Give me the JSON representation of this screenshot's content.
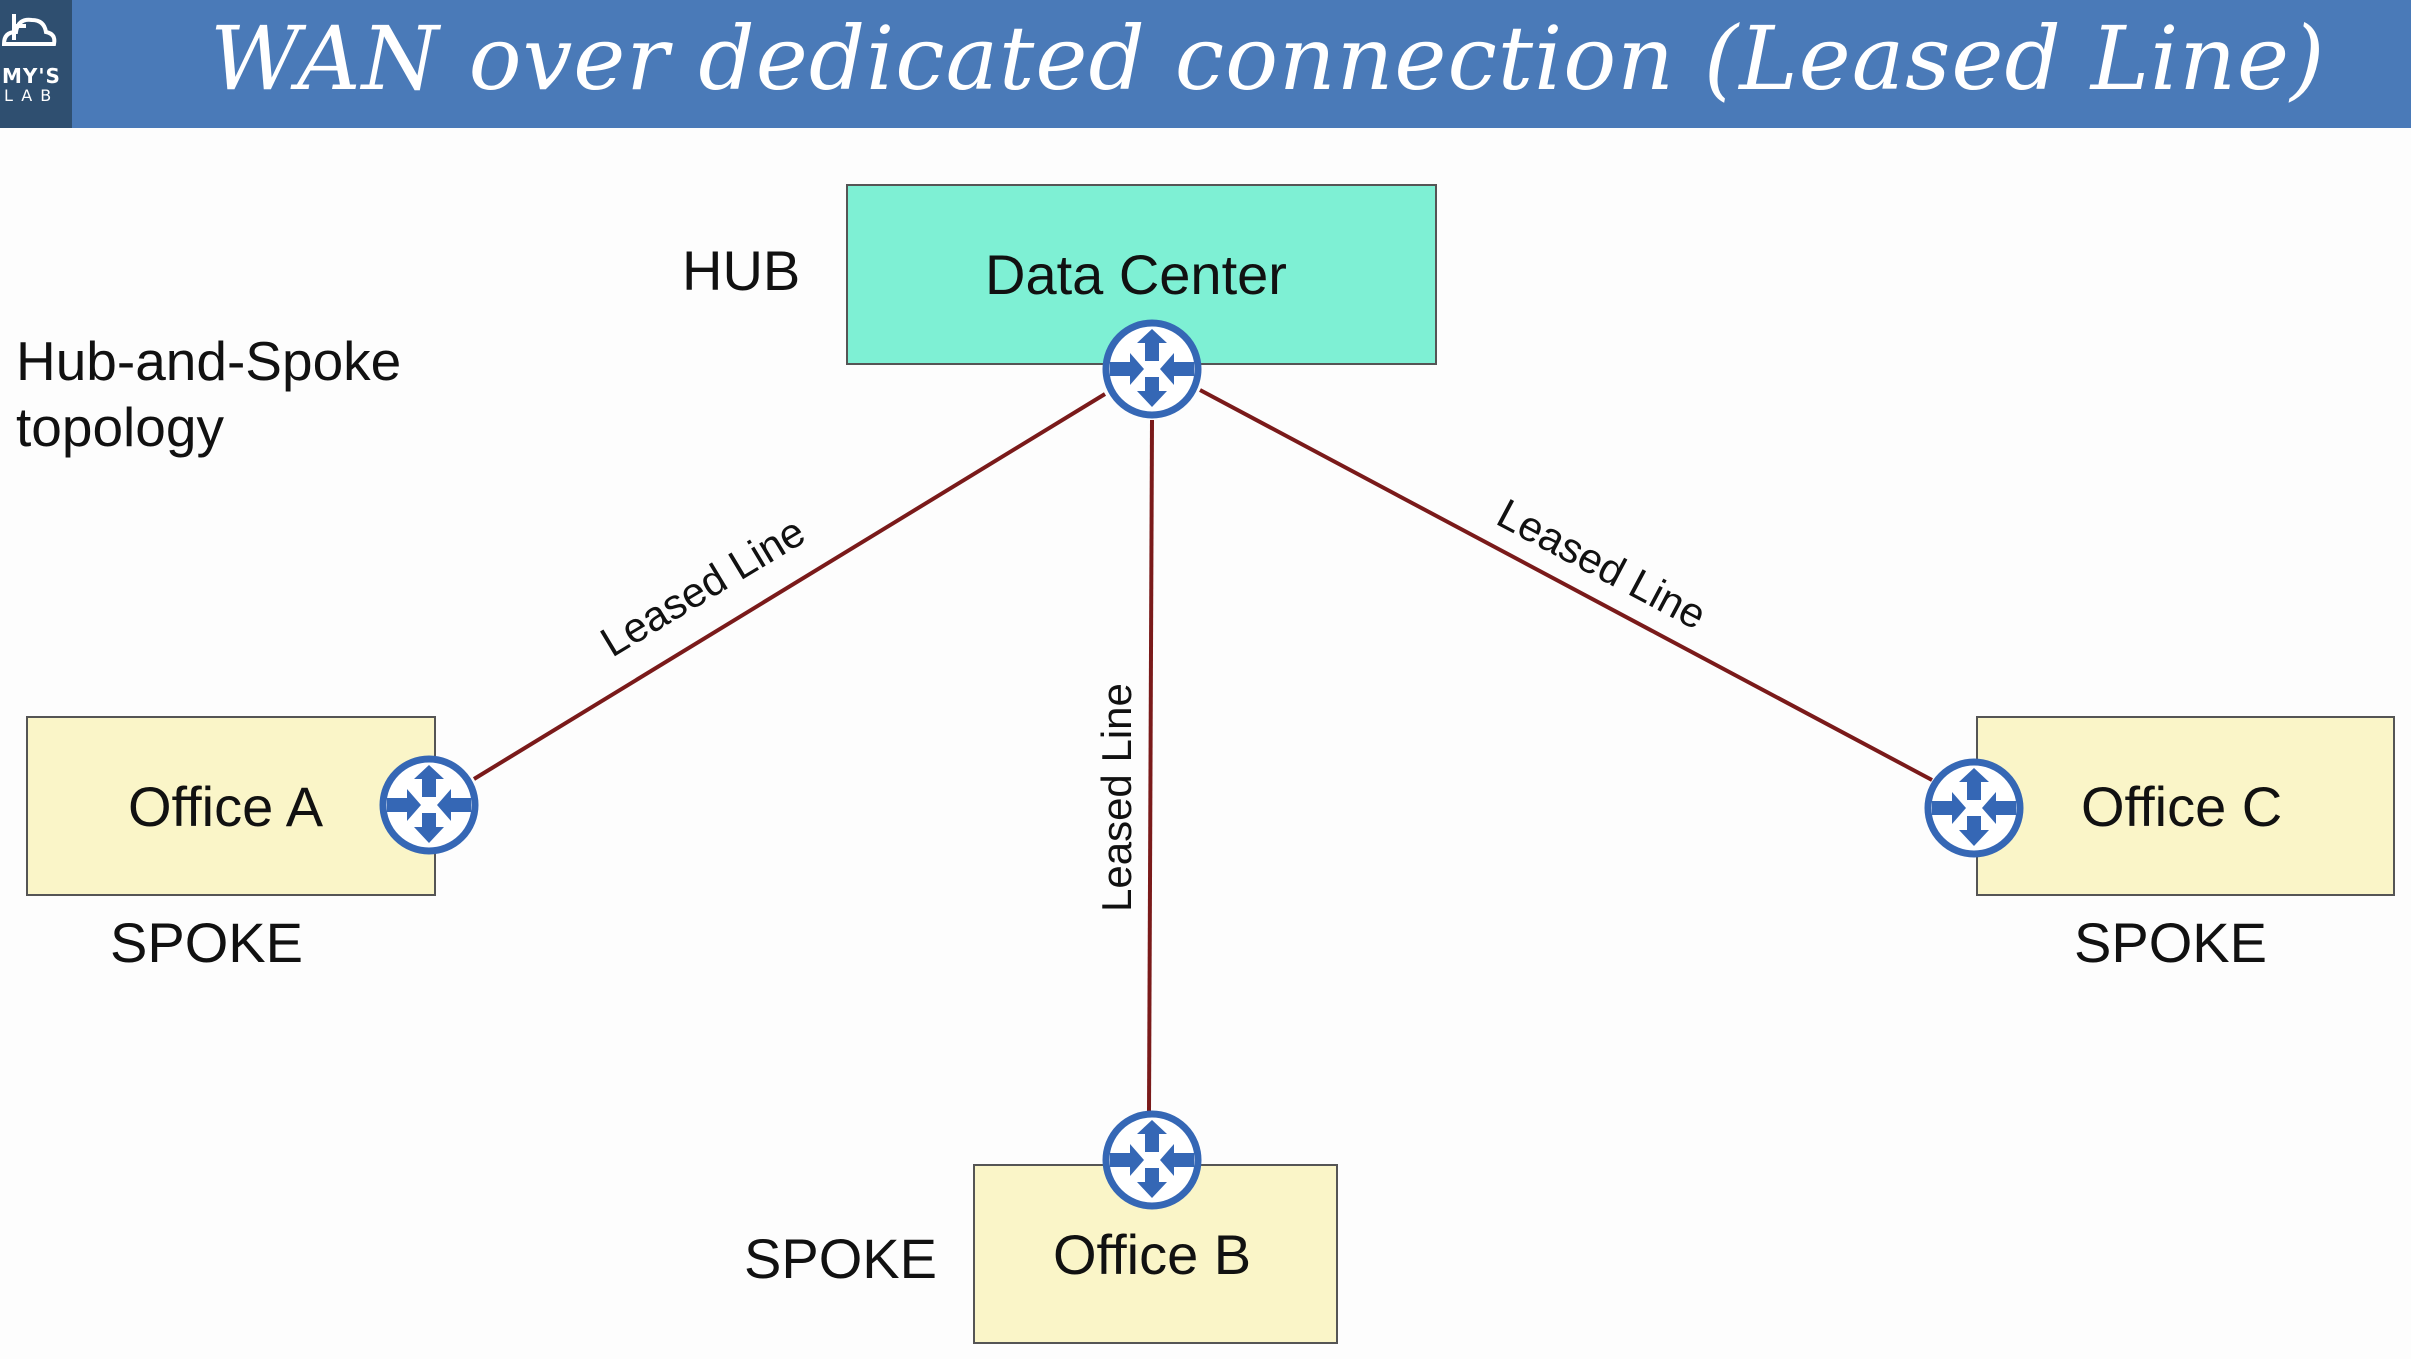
{
  "header": {
    "title": "WAN over dedicated connection (Leased Line)",
    "logo_line1": "MY'S",
    "logo_line2": "LAB",
    "background": "#4a7ab8"
  },
  "topology_label": {
    "line1": "Hub-and-Spoke",
    "line2": "topology"
  },
  "hub": {
    "role": "HUB",
    "name": "Data Center",
    "color": "#7ef0d4",
    "icon": "router-icon"
  },
  "spokes": [
    {
      "role": "SPOKE",
      "name": "Office A",
      "color": "#faf5c8",
      "icon": "router-icon"
    },
    {
      "role": "SPOKE",
      "name": "Office B",
      "color": "#faf5c8",
      "icon": "router-icon"
    },
    {
      "role": "SPOKE",
      "name": "Office C",
      "color": "#faf5c8",
      "icon": "router-icon"
    }
  ],
  "links": [
    {
      "label": "Leased Line",
      "from": "Data Center",
      "to": "Office A"
    },
    {
      "label": "Leased Line",
      "from": "Data Center",
      "to": "Office B"
    },
    {
      "label": "Leased Line",
      "from": "Data Center",
      "to": "Office C"
    }
  ],
  "link_color": "#7a1a1a",
  "router_color": "#3567b5"
}
